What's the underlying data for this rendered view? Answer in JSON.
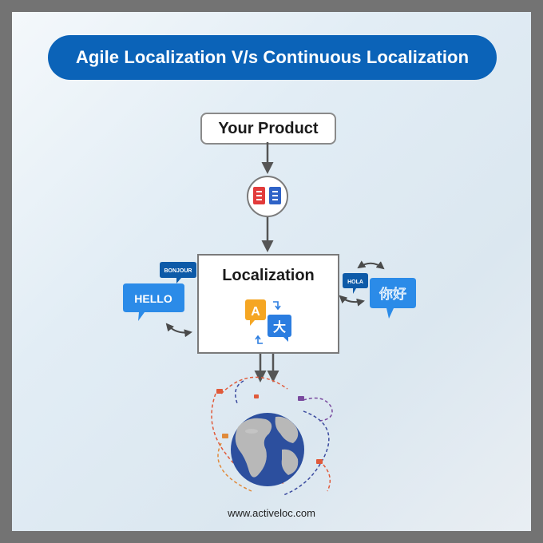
{
  "title": "Agile Localization V/s Continuous Localization",
  "product_label": "Your Product",
  "localization_label": "Localization",
  "greetings": {
    "hello": "HELLO",
    "bonjour": "BONJOUR",
    "hola": "HOLA",
    "nihao": "你好"
  },
  "translate_icon": {
    "latin": "A",
    "cjk": "大"
  },
  "footer": "www.activeloc.com",
  "colors": {
    "title_pill": "#0b63b8",
    "bubble_blue": "#2b8be8",
    "bubble_dark": "#0d5aa8",
    "arrow": "#555555",
    "globe_ocean": "#2c4f9e",
    "globe_land": "#b8b8b8"
  }
}
